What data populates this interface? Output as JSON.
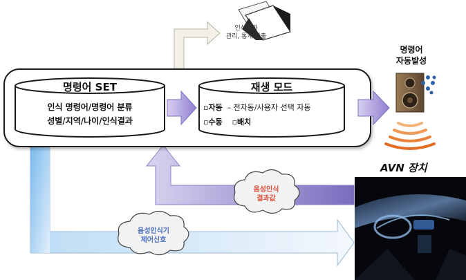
{
  "top_note": {
    "line1": "인식결과",
    "line2": "관리, 통계 산출"
  },
  "left_db": {
    "title": "명령어 SET",
    "line1": "인식 명령어/명령어 분류",
    "line2": "성별/지역/나이/인식결과"
  },
  "right_db": {
    "title": "재생 모드",
    "row1_bullet": "자동",
    "row1_rest": "– 전자동/사용자 선택 자동",
    "row2_bullet_a": "수동",
    "row2_bullet_b": "배치"
  },
  "speaker": {
    "line1": "명령어",
    "line2": "자동발성"
  },
  "avn": {
    "label": "AVN 장치"
  },
  "cloud_result": {
    "line1": "음성인식",
    "line2": "결과값"
  },
  "cloud_control": {
    "line1": "음성인식기",
    "line2": "제어신호"
  },
  "colors": {
    "purple_arrow": "#8e7cc3",
    "blue_arrow": "#9fc9ef",
    "result_text": "#e0503c",
    "control_text": "#4a6fc0"
  }
}
